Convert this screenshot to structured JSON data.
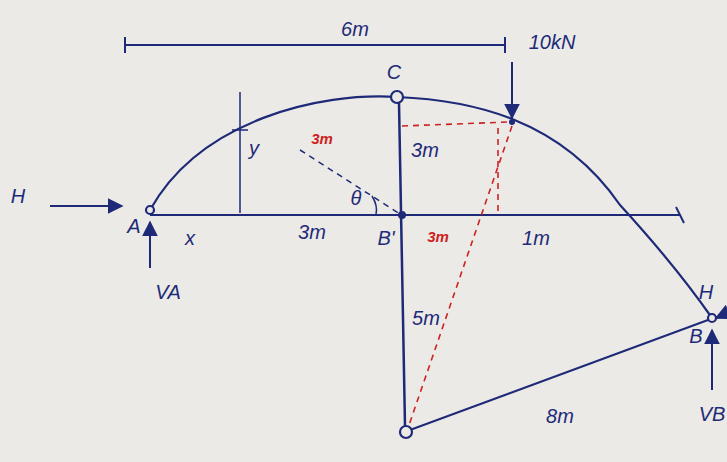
{
  "diagram": {
    "labels": [
      "6m",
      "10kN",
      "C",
      "y",
      "3m",
      "θ",
      "3m",
      "H",
      "A",
      "x",
      "3m",
      "B'",
      "3m",
      "1m",
      "5m",
      "H",
      "B",
      "8m",
      "VA",
      "VB"
    ]
  }
}
